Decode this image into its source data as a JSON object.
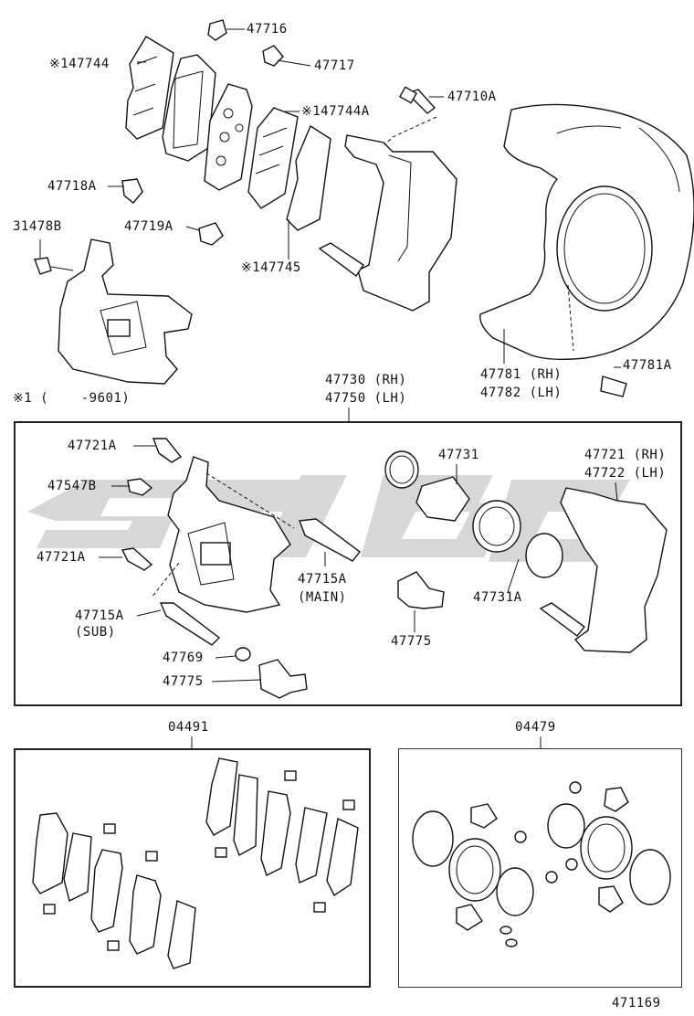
{
  "labels": {
    "p47716": "47716",
    "p147744": "※147744",
    "p47717": "47717",
    "p47710A": "47710A",
    "p147744A": "※147744A",
    "p47718A": "47718A",
    "p31478B": "31478B",
    "p47719A": "47719A",
    "p147745": "※147745",
    "p47781RH": "47781 (RH)",
    "p47782LH": "47782 (LH)",
    "p47781A": "47781A",
    "note1": "※1 (    -9601)",
    "p47730RH": "47730 (RH)",
    "p47750LH": "47750 (LH)",
    "p47721A_top": "47721A",
    "p47547B": "47547B",
    "p47721A_bottom": "47721A",
    "p47715A_sub": "47715A",
    "sub_note": "(SUB)",
    "p47769": "47769",
    "p47775_left": "47775",
    "p47715A_main": "47715A",
    "main_note": "(MAIN)",
    "p47731": "47731",
    "p47775_right": "47775",
    "p47731A": "47731A",
    "p47721RH": "47721 (RH)",
    "p47722LH": "47722 (LH)",
    "kit_pads": "04491",
    "kit_seal": "04479",
    "figure_id": "471169"
  }
}
